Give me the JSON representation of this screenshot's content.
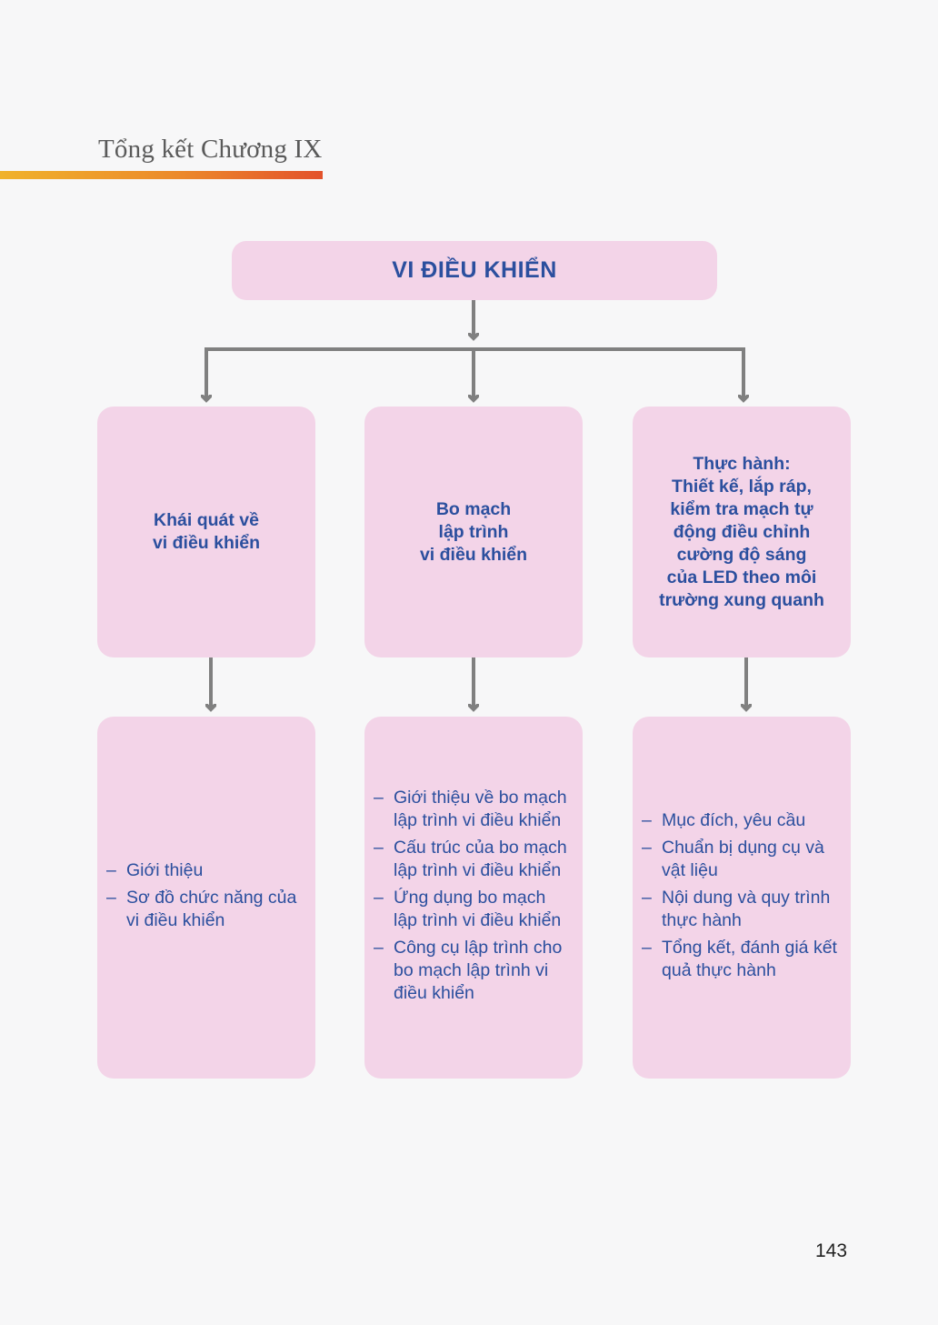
{
  "chapter_title": "Tổng kết Chương IX",
  "root": {
    "label": "VI ĐIỀU KHIỂN"
  },
  "branches": [
    {
      "label": "Khái quát về\nvi điều khiển",
      "items": [
        "Giới thiệu",
        "Sơ đồ chức năng của vi điều khiển"
      ]
    },
    {
      "label": "Bo mạch\nlập trình\nvi điều khiển",
      "items": [
        "Giới thiệu về bo mạch lập trình vi điều khiển",
        "Cấu trúc của bo mạch lập trình vi điều khiển",
        "Ứng dụng bo mạch lập trình vi điều khiển",
        "Công cụ lập trình cho bo mạch lập trình vi điều khiển"
      ]
    },
    {
      "label": "Thực hành:\nThiết kế, lắp ráp,\nkiểm tra mạch tự\nđộng điều chỉnh\ncường độ sáng\ncủa LED theo môi\ntrường xung quanh",
      "items": [
        "Mục đích, yêu cầu",
        "Chuẩn bị dụng cụ và vật liệu",
        "Nội dung và quy trình thực hành",
        "Tổng kết, đánh giá kết quả thực hành"
      ]
    }
  ],
  "page_number": "143",
  "colors": {
    "box_fill": "#f3d4e8",
    "text": "#2b4f9e",
    "arrow": "#808080",
    "title_bar_start": "#f0b22c",
    "title_bar_end": "#e3522c"
  }
}
